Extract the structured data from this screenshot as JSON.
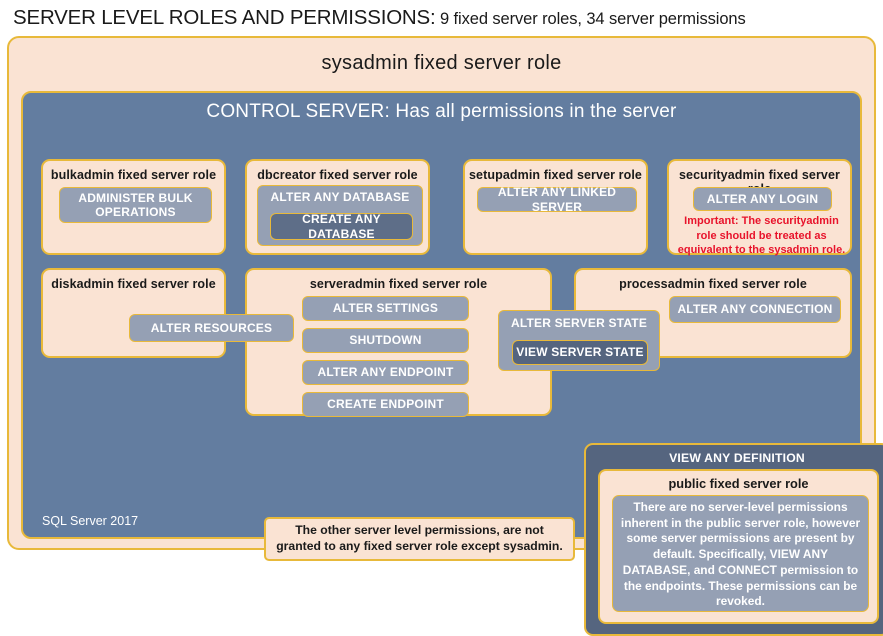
{
  "title": {
    "strong": "SERVER LEVEL ROLES AND PERMISSIONS:",
    "rest": " 9 fixed server roles, 34 server permissions"
  },
  "sysadmin": {
    "label": "sysadmin  fixed  server  role"
  },
  "control_server": {
    "label": "CONTROL SERVER: Has all permissions in the server",
    "footer": "SQL Server 2017"
  },
  "roles": {
    "bulkadmin": {
      "title": "bulkadmin  fixed server role",
      "perm_administer_bulk_operations": "ADMINISTER  BULK OPERATIONS"
    },
    "dbcreator": {
      "title": "dbcreator fixed  server  role",
      "perm_alter_any_database": "ALTER ANY DATABASE",
      "perm_create_any_database": "CREATE  ANY DATABASE"
    },
    "setupadmin": {
      "title": "setupadmin fixed server role",
      "perm_alter_any_linked_server": "ALTER ANY LINKED SERVER"
    },
    "securityadmin": {
      "title": "securityadmin  fixed server role",
      "perm_alter_any_login": "ALTER ANY LOGIN",
      "warning": "Important:  The securityadmin role should  be treated as equivalent to the  sysadmin role."
    },
    "diskadmin": {
      "title": "diskadmin  fixed server role",
      "perm_alter_resources": "ALTER RESOURCES"
    },
    "serveradmin": {
      "title": "serveradmin  fixed server role",
      "perm_alter_settings": "ALTER SETTINGS",
      "perm_shutdown": "SHUTDOWN",
      "perm_alter_any_endpoint": "ALTER ANY ENDPOINT",
      "perm_create_endpoint": "CREATE  ENDPOINT"
    },
    "processadmin": {
      "title": "processadmin  fixed server role",
      "perm_alter_any_connection": "ALTER ANY CONNECTION"
    },
    "shared": {
      "perm_alter_server_state": "ALTER SERVER  STATE",
      "perm_view_server_state": "VIEW SERVER  STATE"
    },
    "public": {
      "view_any_definition": "VIEW ANY DEFINITION",
      "title": "public  fixed server role",
      "description": "There are no server-level permissions inherent in the public  server role, however some server permissions  are present by default. Specifically,  VIEW ANY DATABASE, and CONNECT permission to the endpoints. These  permissions can  be revoked."
    }
  },
  "note": {
    "text": "The other server level permissions,  are not granted to any fixed server role except sysadmin."
  },
  "colors": {
    "panel_peach": "#fae3d3",
    "panel_slate": "#637da0",
    "chip_slate": "#95a0b4",
    "chip_dark": "#5e6e88",
    "border_gold": "#e8b93a",
    "warning_red": "#e8132b"
  }
}
